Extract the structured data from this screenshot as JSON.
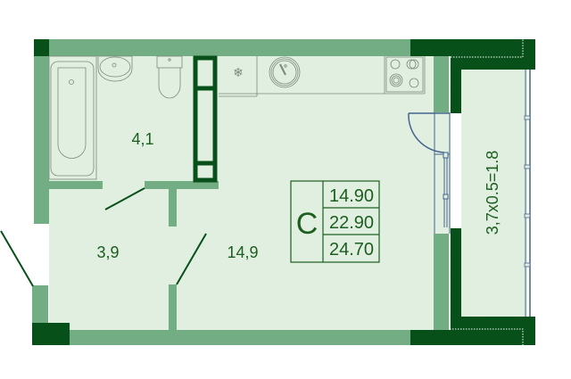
{
  "plan": {
    "type": "studio-apartment-floor-plan",
    "colors": {
      "floor": "#e1efe1",
      "wall": "#72ad84",
      "load_bearing_wall": "#08501a",
      "text": "#1b5e20",
      "fixture_line": "#7a8a7a",
      "window_door": "#44648c"
    },
    "rooms": [
      {
        "id": "bathroom",
        "area": "4,1"
      },
      {
        "id": "hallway",
        "area": "3,9"
      },
      {
        "id": "living-room",
        "area": "14,9"
      },
      {
        "id": "balcony",
        "area": "3,7x0.5=1.8"
      }
    ],
    "area_table": {
      "type_letter": "С",
      "values": [
        "14.90",
        "22.90",
        "24.70"
      ]
    },
    "fixtures": [
      "bathtub-icon",
      "sink-icon",
      "toilet-icon",
      "fridge-icon",
      "kitchen-sink-icon",
      "stove-icon"
    ]
  }
}
